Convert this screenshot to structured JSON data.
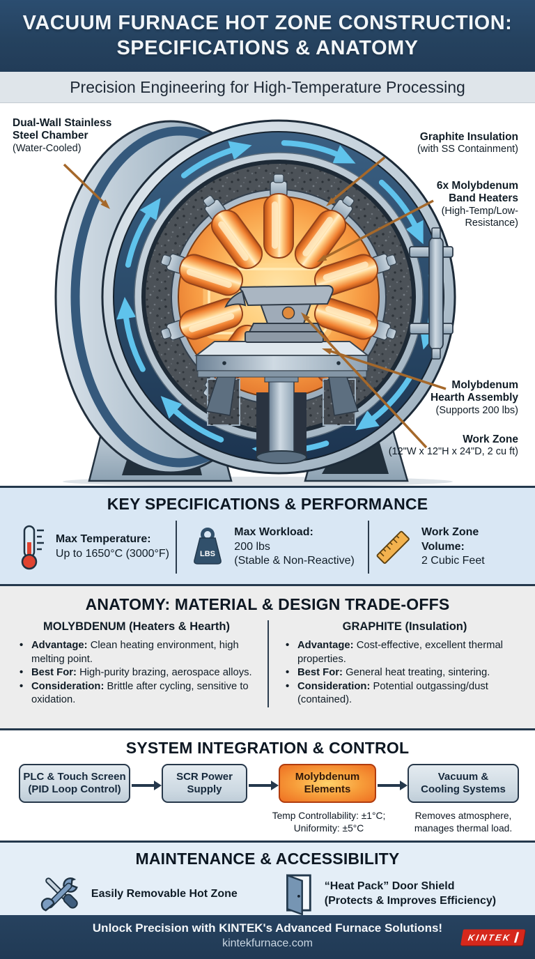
{
  "header": {
    "title_line1": "VACUUM FURNACE HOT ZONE CONSTRUCTION:",
    "title_line2": "SPECIFICATIONS & ANATOMY",
    "subtitle": "Precision Engineering for High-Temperature Processing"
  },
  "diagram": {
    "callouts": {
      "chamber": {
        "title": "Dual-Wall Stainless\nSteel Chamber",
        "sub": "(Water-Cooled)"
      },
      "insulation": {
        "title": "Graphite Insulation",
        "sub": "(with SS Containment)"
      },
      "heaters": {
        "title": "6x Molybdenum\nBand Heaters",
        "sub": "(High-Temp/Low-\nResistance)"
      },
      "hearth": {
        "title": "Molybdenum\nHearth Assembly",
        "sub": "(Supports 200 lbs)"
      },
      "workzone": {
        "title": "Work Zone",
        "sub": "(12\"W x 12\"H x 24\"D, 2 cu ft)"
      }
    }
  },
  "specs": {
    "title": "KEY SPECIFICATIONS & PERFORMANCE",
    "items": [
      {
        "icon": "thermometer-icon",
        "label": "Max Temperature:",
        "value": "Up to 1650°C (3000°F)"
      },
      {
        "icon": "weight-icon",
        "label": "Max Workload:",
        "value": "200 lbs",
        "note": "(Stable & Non-Reactive)",
        "weight_text": "LBS"
      },
      {
        "icon": "ruler-icon",
        "label": "Work Zone Volume:",
        "value": "2 Cubic Feet"
      }
    ]
  },
  "anatomy": {
    "title": "ANATOMY: MATERIAL & DESIGN TRADE-OFFS",
    "columns": [
      {
        "header": "MOLYBDENUM (Heaters & Hearth)",
        "bullets": [
          {
            "b": "Advantage:",
            "t": "Clean heating environment, high melting point."
          },
          {
            "b": "Best For:",
            "t": "High-purity brazing, aerospace alloys."
          },
          {
            "b": "Consideration:",
            "t": "Brittle after cycling, sensitive to oxidation."
          }
        ]
      },
      {
        "header": "GRAPHITE (Insulation)",
        "bullets": [
          {
            "b": "Advantage:",
            "t": "Cost-effective, excellent thermal properties."
          },
          {
            "b": "Best For:",
            "t": "General heat treating, sintering."
          },
          {
            "b": "Consideration:",
            "t": "Potential outgassing/dust (contained)."
          }
        ]
      }
    ]
  },
  "system": {
    "title": "SYSTEM INTEGRATION & CONTROL",
    "boxes": [
      {
        "label": "PLC & Touch Screen\n(PID Loop Control)"
      },
      {
        "label": "SCR Power\nSupply"
      },
      {
        "label": "Molybdenum\nElements"
      },
      {
        "label": "Vacuum &\nCooling Systems"
      }
    ],
    "captions": [
      {
        "text": "Temp Controllability: ±1°C;\nUniformity: ±5°C"
      },
      {
        "text": "Removes atmosphere,\nmanages thermal load."
      }
    ]
  },
  "maintenance": {
    "title": "MAINTENANCE & ACCESSIBILITY",
    "items": [
      {
        "icon": "tools-icon",
        "text": "Easily Removable Hot Zone"
      },
      {
        "icon": "door-icon",
        "text": "“Heat Pack” Door Shield\n(Protects & Improves Efficiency)"
      }
    ]
  },
  "footer": {
    "tagline": "Unlock Precision with KINTEK's Advanced Furnace Solutions!",
    "website": "kintekfurnace.com",
    "logo": "KINTEK"
  },
  "colors": {
    "header_navy": "#25425f",
    "callout_arrow": "#a5682a",
    "water_arrow_cyan": "#5fc3ec",
    "heater_orange": "#f08030",
    "graphite_gray": "#4c5258",
    "logo_red": "#d6281c"
  }
}
